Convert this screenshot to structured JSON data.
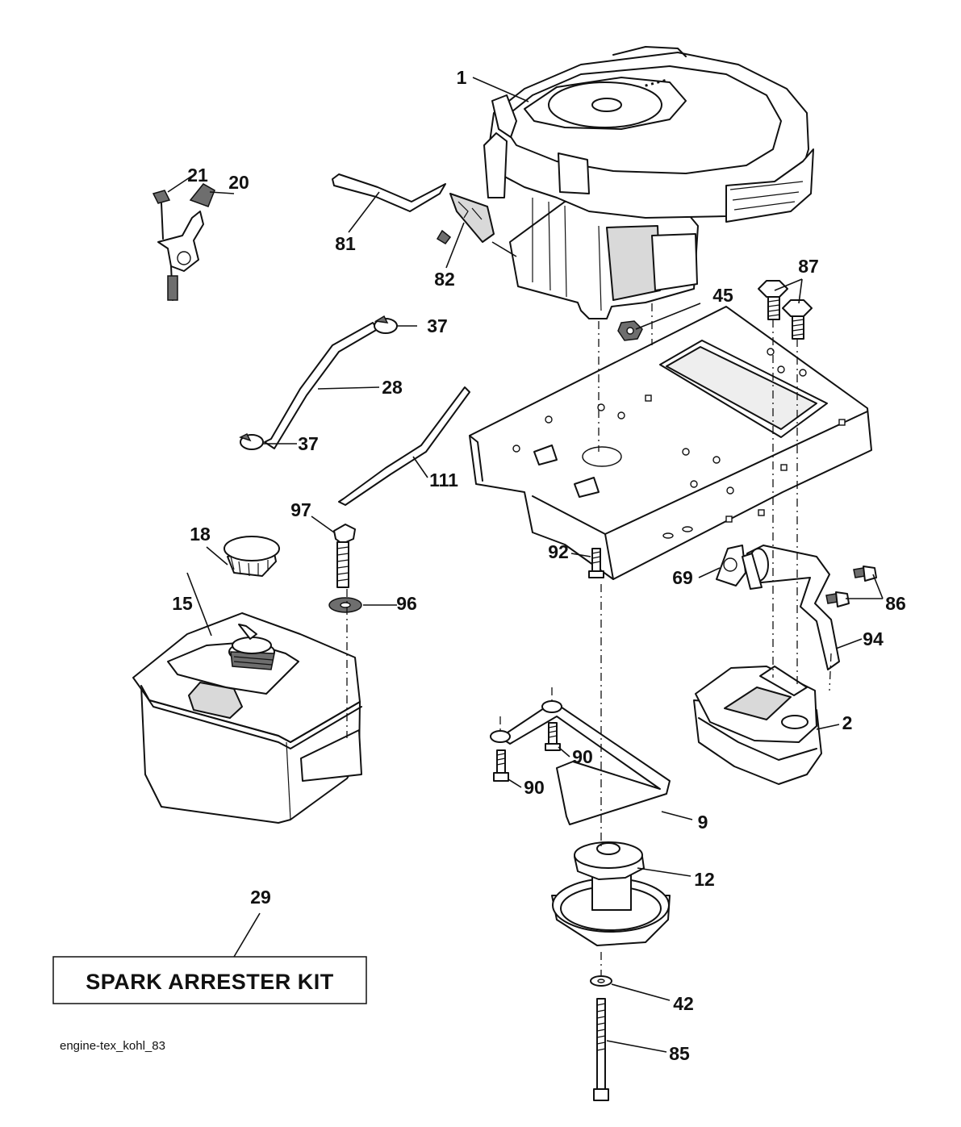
{
  "diagram": {
    "caption": "engine-tex_kohl_83",
    "kit_box_text": "SPARK ARRESTER KIT",
    "callouts": {
      "engine": "1",
      "fuel_pump_hose": "81",
      "fuel_filter": "82",
      "choke_bracket": "20",
      "choke_bolt": "21",
      "clamp_top": "37",
      "clamp_bottom": "37",
      "fuel_line": "28",
      "vent_tube": "111",
      "nut": "45",
      "engine_bolts": "87",
      "tank_cap": "18",
      "tank_bolt": "97",
      "fuel_tank": "15",
      "washer_tank": "96",
      "frame_bolt": "92",
      "gasket": "69",
      "exhaust_screws": "86",
      "exhaust_pipe": "94",
      "muffler": "2",
      "bracket_bolt_right": "90",
      "bracket_bolt_left": "90",
      "muffler_bracket": "9",
      "pulley": "12",
      "washer_pulley": "42",
      "pulley_bolt": "85",
      "spark_arrester_kit": "29"
    }
  }
}
